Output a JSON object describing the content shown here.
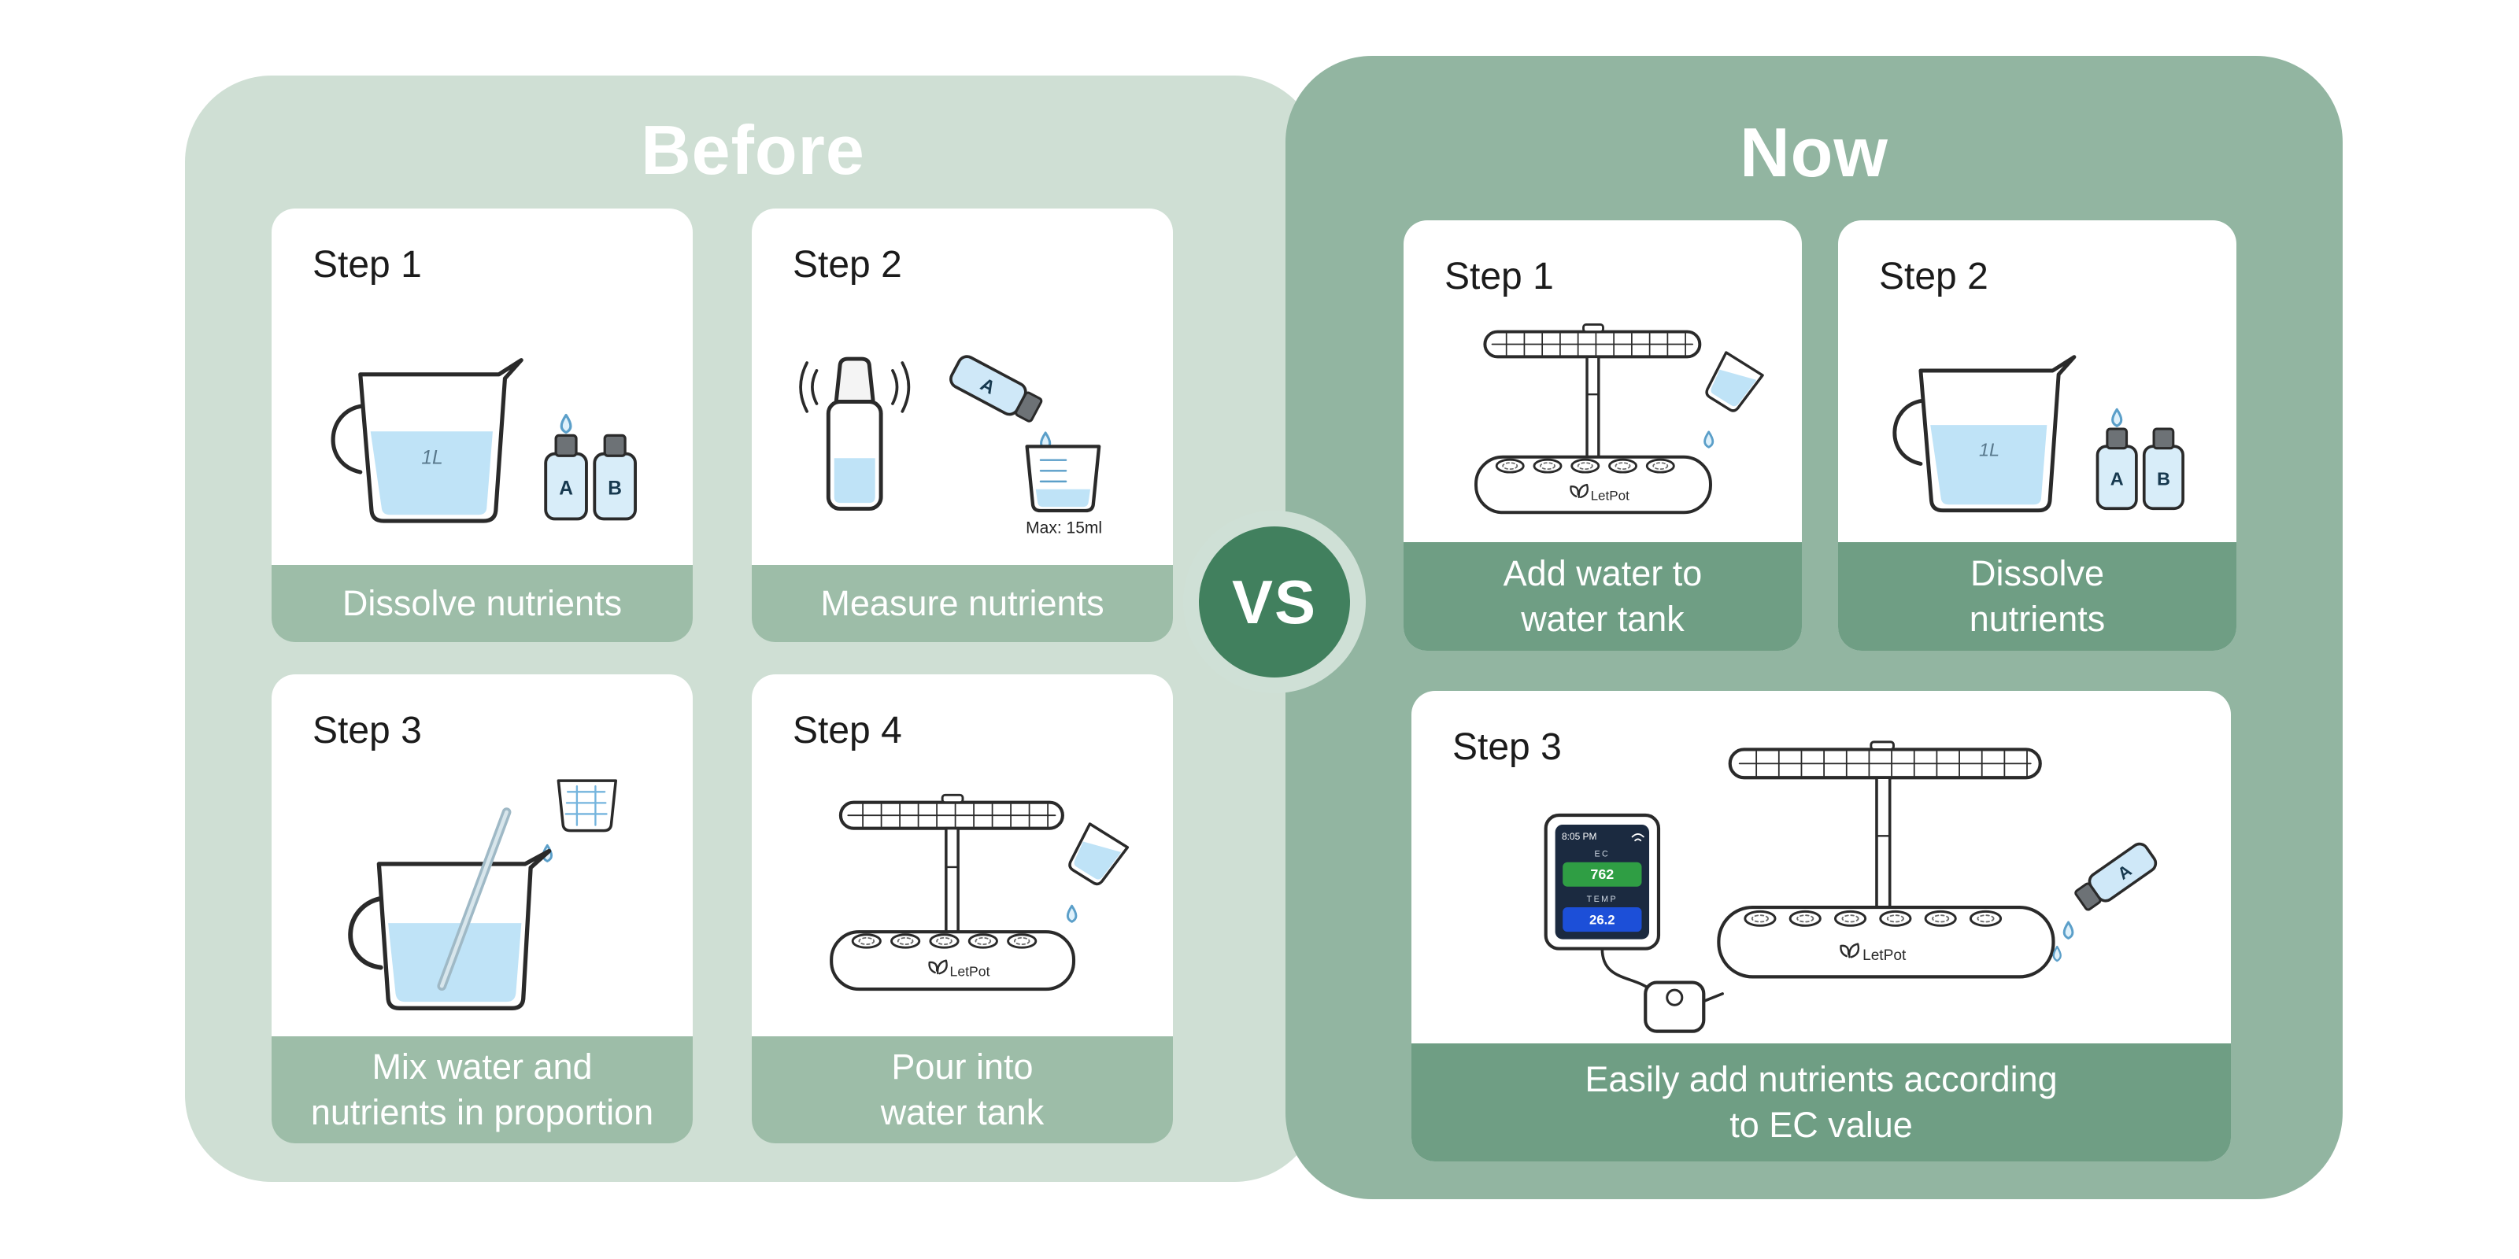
{
  "colors": {
    "page_bg": "#ffffff",
    "panel_before": "#cfdfd4",
    "panel_now": "#92b5a1",
    "band_before": "#9dbda8",
    "band_now": "#6f9e84",
    "vs_circle": "#41805e",
    "vs_ring": "#cfe0d6",
    "water_blue": "#bfe3f7",
    "outline": "#2a2a2a",
    "screen_bg": "#1b2a40",
    "ec_green": "#2f9e44",
    "temp_blue": "#1c4fd8"
  },
  "vs_badge": {
    "label": "VS"
  },
  "before": {
    "title": "Before",
    "steps": [
      {
        "label": "Step 1",
        "caption": "Dissolve nutrients"
      },
      {
        "label": "Step 2",
        "caption": "Measure nutrients"
      },
      {
        "label": "Step 3",
        "caption": "Mix water and\nnutrients in proportion"
      },
      {
        "label": "Step 4",
        "caption": "Pour into\nwater tank"
      }
    ]
  },
  "now": {
    "title": "Now",
    "steps": [
      {
        "label": "Step 1",
        "caption": "Add water to\nwater tank"
      },
      {
        "label": "Step 2",
        "caption": "Dissolve\nnutrients"
      },
      {
        "label": "Step 3",
        "caption": "Easily add nutrients according\nto EC value"
      }
    ]
  },
  "brand": "LetPot",
  "illustration_text": {
    "jug_volume": "1L",
    "bottle_a": "A",
    "bottle_b": "B",
    "max_note": "Max: 15ml"
  },
  "controller": {
    "time": "8:05 PM",
    "ec_label": "EC",
    "ec_value": "762",
    "temp_label": "TEMP",
    "temp_value": "26.2"
  }
}
